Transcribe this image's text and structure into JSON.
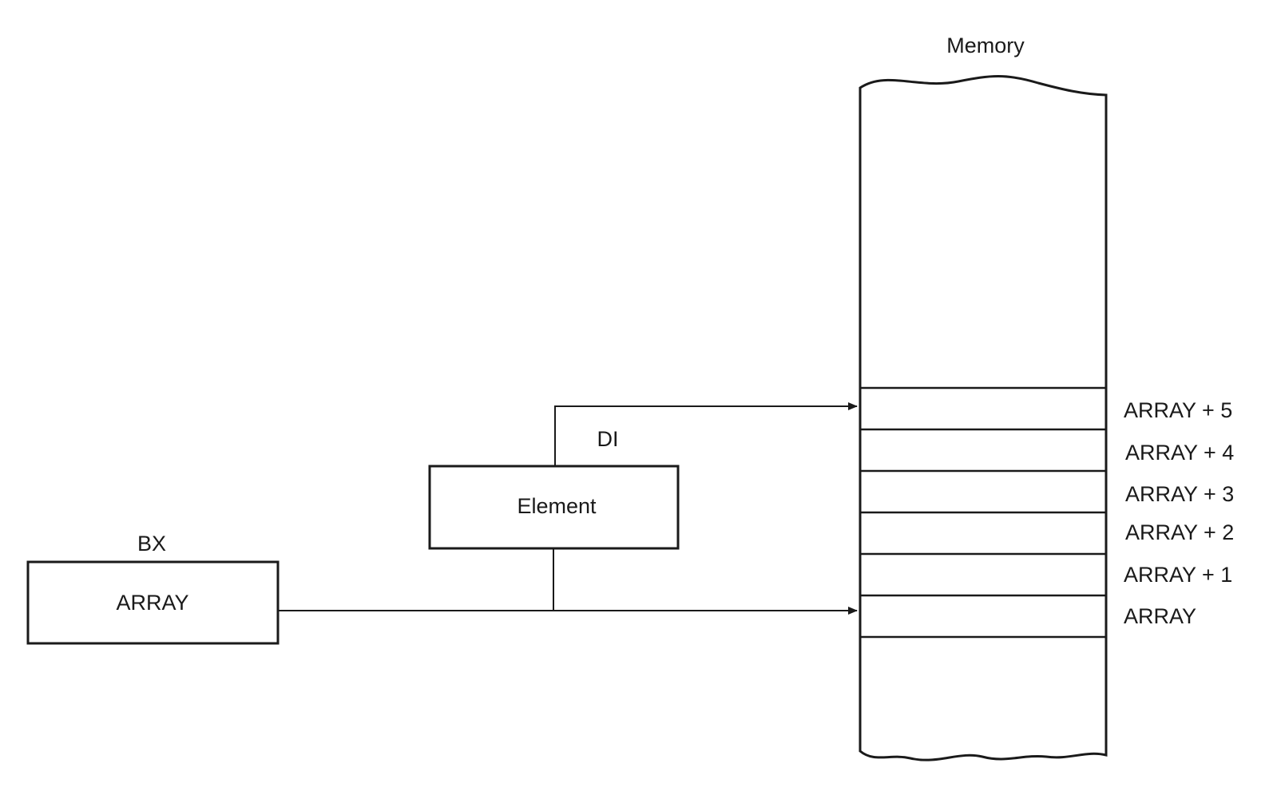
{
  "memory": {
    "title": "Memory",
    "cells": [
      {
        "label": "ARRAY + 5"
      },
      {
        "label": "ARRAY + 4"
      },
      {
        "label": "ARRAY + 3"
      },
      {
        "label": "ARRAY + 2"
      },
      {
        "label": "ARRAY + 1"
      },
      {
        "label": "ARRAY"
      }
    ]
  },
  "registers": {
    "bx": {
      "name": "BX",
      "value": "ARRAY"
    },
    "di": {
      "name": "DI",
      "value": "Element"
    }
  }
}
